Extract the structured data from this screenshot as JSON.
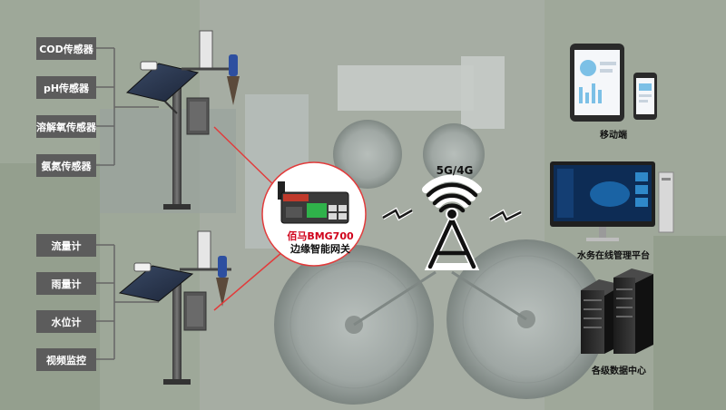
{
  "sensors_top": [
    "COD传感器",
    "pH传感器",
    "溶解氧传感器",
    "氨氮传感器"
  ],
  "sensors_bottom": [
    "流量计",
    "雨量计",
    "水位计",
    "视频监控"
  ],
  "gateway": {
    "name": "佰马BMG700",
    "desc": "边缘智能网关"
  },
  "network": {
    "label": "5G/4G"
  },
  "endpoints": {
    "mobile": "移动端",
    "platform": "水务在线管理平台",
    "datacenter": "各级数据中心"
  },
  "colors": {
    "label_bg": "#5c5c5c",
    "accent_red": "#d0021b",
    "gateway_green": "#2fb24a"
  }
}
